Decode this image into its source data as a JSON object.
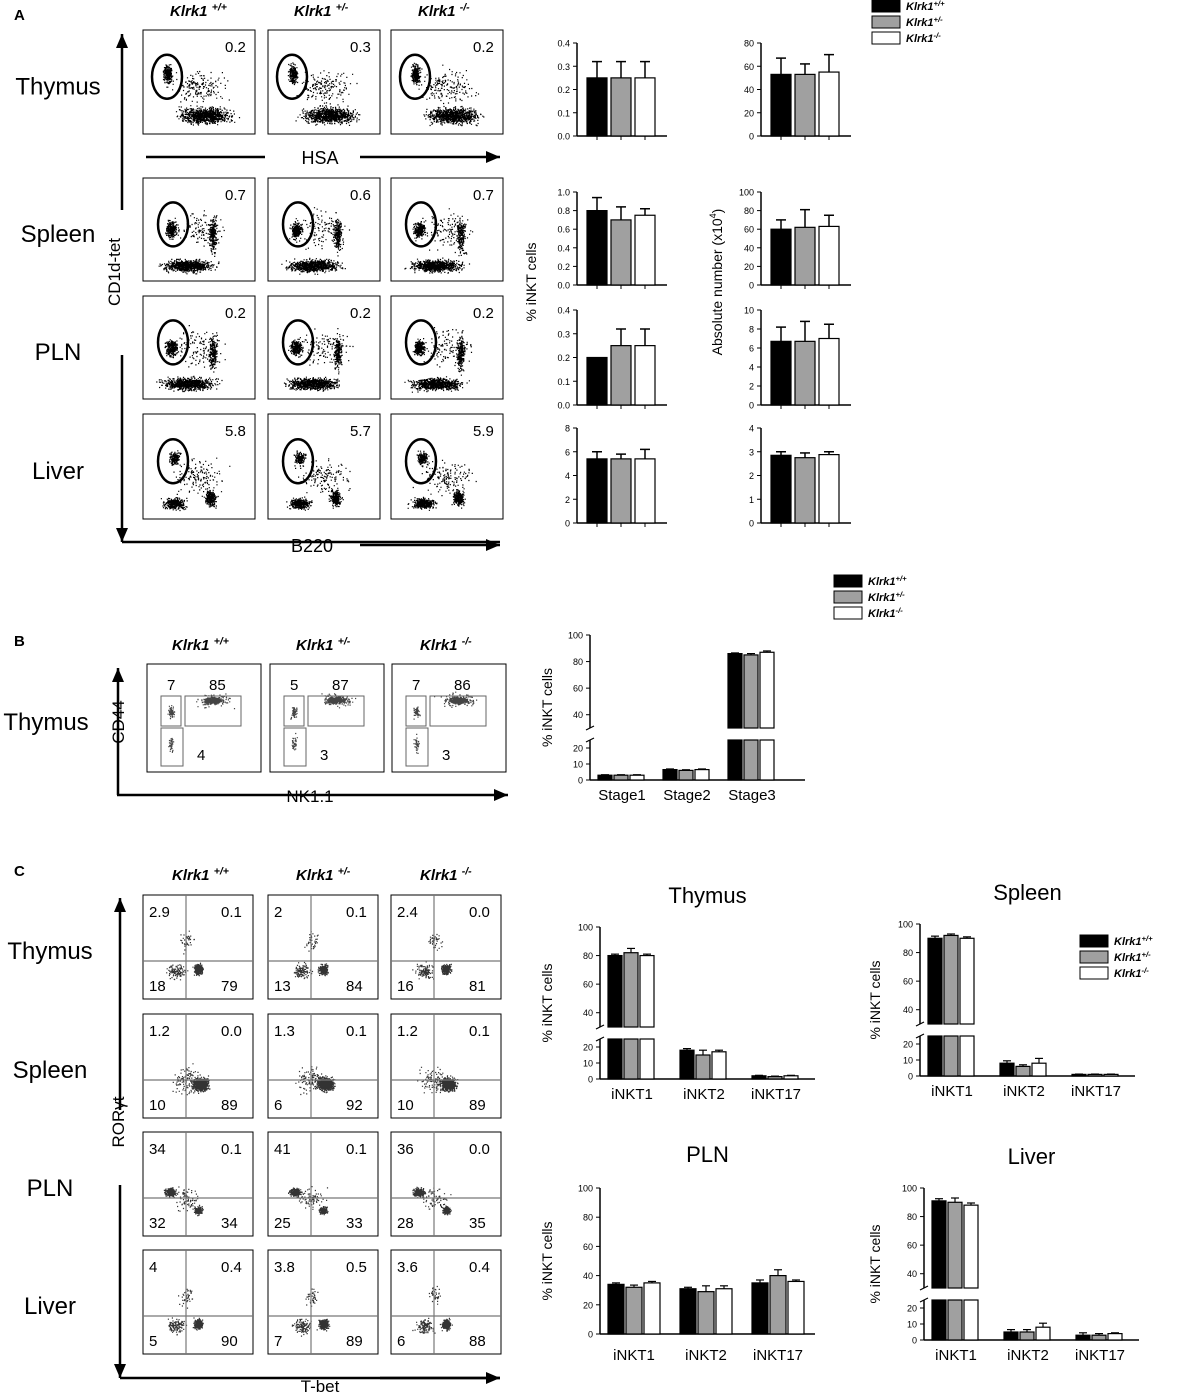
{
  "panels": [
    {
      "letter": "A"
    },
    {
      "letter": "B"
    },
    {
      "letter": "C"
    }
  ],
  "genotypes": [
    {
      "gene": "Klrk1",
      "sup": "+/+"
    },
    {
      "gene": "Klrk1",
      "sup": "+/-"
    },
    {
      "gene": "Klrk1",
      "sup": "-/-"
    }
  ],
  "legend_entries": [
    {
      "gene": "Klrk1",
      "sup": "+/+",
      "color": "#000000"
    },
    {
      "gene": "Klrk1",
      "sup": "+/-",
      "color": "#a0a0a0"
    },
    {
      "gene": "Klrk1",
      "sup": "-/-",
      "color": "#ffffff"
    }
  ],
  "flow": {
    "A": {
      "y_axis_label": "CD1d-tet",
      "x_axis_thymus": "HSA",
      "x_axis_bottom": "B220",
      "rows": [
        {
          "tissue": "Thymus",
          "values": [
            "0.2",
            "0.3",
            "0.2"
          ]
        },
        {
          "tissue": "Spleen",
          "values": [
            "0.7",
            "0.6",
            "0.7"
          ]
        },
        {
          "tissue": "PLN",
          "values": [
            "0.2",
            "0.2",
            "0.2"
          ]
        },
        {
          "tissue": "Liver",
          "values": [
            "5.8",
            "5.7",
            "5.9"
          ]
        }
      ]
    },
    "B": {
      "tissue": "Thymus",
      "y_axis_label": "CD44",
      "x_axis_label": "NK1.1",
      "plots": [
        {
          "stage2": "7",
          "stage3": "85",
          "stage1": "4"
        },
        {
          "stage2": "5",
          "stage3": "87",
          "stage1": "3"
        },
        {
          "stage2": "7",
          "stage3": "86",
          "stage1": "3"
        }
      ]
    },
    "C": {
      "y_axis_label": "RORγt",
      "x_axis_label": "T-bet",
      "rows": [
        {
          "tissue": "Thymus",
          "plots": [
            [
              "2.9",
              "0.1",
              "18",
              "79"
            ],
            [
              "2",
              "0.1",
              "13",
              "84"
            ],
            [
              "2.4",
              "0.0",
              "16",
              "81"
            ]
          ]
        },
        {
          "tissue": "Spleen",
          "plots": [
            [
              "1.2",
              "0.0",
              "10",
              "89"
            ],
            [
              "1.3",
              "0.1",
              "6",
              "92"
            ],
            [
              "1.2",
              "0.1",
              "10",
              "89"
            ]
          ]
        },
        {
          "tissue": "PLN",
          "plots": [
            [
              "34",
              "0.1",
              "32",
              "34"
            ],
            [
              "41",
              "0.1",
              "25",
              "33"
            ],
            [
              "36",
              "0.0",
              "28",
              "35"
            ]
          ]
        },
        {
          "tissue": "Liver",
          "plots": [
            [
              "4",
              "0.4",
              "5",
              "90"
            ],
            [
              "3.8",
              "0.5",
              "7",
              "89"
            ],
            [
              "3.6",
              "0.4",
              "6",
              "88"
            ]
          ]
        }
      ]
    }
  },
  "chart_data": [
    {
      "id": "A-thymus-pct",
      "type": "bar",
      "ylim": [
        0,
        0.4
      ],
      "yticks": [
        "0.0",
        "0.1",
        "0.2",
        "0.3",
        "0.4"
      ],
      "values": [
        0.25,
        0.25,
        0.25
      ],
      "errors": [
        0.07,
        0.07,
        0.07
      ]
    },
    {
      "id": "A-thymus-abs",
      "type": "bar",
      "ylim": [
        0,
        80
      ],
      "yticks": [
        "0",
        "20",
        "40",
        "60",
        "80"
      ],
      "values": [
        53,
        53,
        55
      ],
      "errors": [
        14,
        9,
        15
      ]
    },
    {
      "id": "A-spleen-pct",
      "type": "bar",
      "ylim": [
        0,
        1.0
      ],
      "yticks": [
        "0.0",
        "0.2",
        "0.4",
        "0.6",
        "0.8",
        "1.0"
      ],
      "ylabel": "% iNKT cells",
      "values": [
        0.8,
        0.7,
        0.75
      ],
      "errors": [
        0.14,
        0.14,
        0.07
      ]
    },
    {
      "id": "A-spleen-abs",
      "type": "bar",
      "ylim": [
        0,
        100
      ],
      "yticks": [
        "0",
        "20",
        "40",
        "60",
        "80",
        "100"
      ],
      "ylabel": "Absolute number (x10",
      "ylabel_sup": "4",
      "ylabel_end": ")",
      "values": [
        60,
        62,
        63
      ],
      "errors": [
        10,
        19,
        12
      ]
    },
    {
      "id": "A-pln-pct",
      "type": "bar",
      "ylim": [
        0,
        0.4
      ],
      "yticks": [
        "0.0",
        "0.1",
        "0.2",
        "0.3",
        "0.4"
      ],
      "values": [
        0.2,
        0.25,
        0.25
      ],
      "errors": [
        0,
        0.07,
        0.07
      ]
    },
    {
      "id": "A-pln-abs",
      "type": "bar",
      "ylim": [
        0,
        10
      ],
      "yticks": [
        "0",
        "2",
        "4",
        "6",
        "8",
        "10"
      ],
      "values": [
        6.7,
        6.7,
        7.0
      ],
      "errors": [
        1.5,
        2.1,
        1.5
      ]
    },
    {
      "id": "A-liver-pct",
      "type": "bar",
      "ylim": [
        0,
        8
      ],
      "yticks": [
        "0",
        "2",
        "4",
        "6",
        "8"
      ],
      "values": [
        5.4,
        5.4,
        5.4
      ],
      "errors": [
        0.6,
        0.4,
        0.8
      ]
    },
    {
      "id": "A-liver-abs",
      "type": "bar",
      "ylim": [
        0,
        4
      ],
      "yticks": [
        "0",
        "1",
        "2",
        "3",
        "4"
      ],
      "values": [
        2.85,
        2.75,
        2.88
      ],
      "errors": [
        0.15,
        0.2,
        0.12
      ]
    },
    {
      "id": "B-stages",
      "type": "bar",
      "ylabel": "% iNKT cells",
      "categories": [
        "Stage1",
        "Stage2",
        "Stage3"
      ],
      "series": [
        {
          "values": [
            3,
            6.5,
            86
          ]
        },
        {
          "values": [
            3,
            6,
            85
          ]
        },
        {
          "values": [
            3,
            6.5,
            87
          ]
        }
      ],
      "errors": [
        [
          0.3,
          0.4,
          0.5
        ],
        [
          0.3,
          0.4,
          1
        ],
        [
          0.3,
          0.4,
          1
        ]
      ],
      "break": {
        "low_max": 25,
        "high_min": 30,
        "high_max": 100
      },
      "low_ticks": [
        "0",
        "10",
        "20"
      ],
      "high_ticks": [
        "40",
        "60",
        "80",
        "100"
      ]
    },
    {
      "id": "C-thymus",
      "type": "bar",
      "title": "Thymus",
      "ylabel": "% iNKT cells",
      "categories": [
        "iNKT1",
        "iNKT2",
        "iNKT17"
      ],
      "series": [
        {
          "values": [
            80,
            18,
            2
          ]
        },
        {
          "values": [
            82,
            15,
            1.5
          ]
        },
        {
          "values": [
            80,
            17,
            2
          ]
        }
      ],
      "errors": [
        [
          1,
          1,
          0.3
        ],
        [
          3,
          3,
          0.3
        ],
        [
          1,
          1,
          0.3
        ]
      ],
      "break": {
        "low_max": 25,
        "high_min": 30,
        "high_max": 100
      },
      "low_ticks": [
        "0",
        "10",
        "20"
      ],
      "high_ticks": [
        "40",
        "60",
        "80",
        "100"
      ]
    },
    {
      "id": "C-spleen",
      "type": "bar",
      "title": "Spleen",
      "ylabel": "% iNKT cells",
      "categories": [
        "iNKT1",
        "iNKT2",
        "iNKT17"
      ],
      "series": [
        {
          "values": [
            90,
            8,
            1
          ]
        },
        {
          "values": [
            92,
            6,
            1
          ]
        },
        {
          "values": [
            90,
            8,
            1
          ]
        }
      ],
      "errors": [
        [
          1.5,
          1.5,
          0.2
        ],
        [
          1,
          1,
          0.2
        ],
        [
          1,
          3,
          0.2
        ]
      ],
      "break": {
        "low_max": 25,
        "high_min": 30,
        "high_max": 100
      },
      "low_ticks": [
        "0",
        "10",
        "20"
      ],
      "high_ticks": [
        "40",
        "60",
        "80",
        "100"
      ]
    },
    {
      "id": "C-pln",
      "type": "bar",
      "title": "PLN",
      "ylabel": "% iNKT cells",
      "categories": [
        "iNKT1",
        "iNKT2",
        "iNKT17"
      ],
      "series": [
        {
          "values": [
            34,
            31,
            35
          ]
        },
        {
          "values": [
            32,
            29,
            40
          ]
        },
        {
          "values": [
            35,
            31,
            36
          ]
        }
      ],
      "errors": [
        [
          1,
          1,
          2
        ],
        [
          1.5,
          4,
          4
        ],
        [
          1,
          2,
          1
        ]
      ],
      "ylim": [
        0,
        100
      ],
      "yticks": [
        "0",
        "20",
        "40",
        "60",
        "80",
        "100"
      ]
    },
    {
      "id": "C-liver",
      "type": "bar",
      "title": "Liver",
      "ylabel": "% iNKT cells",
      "categories": [
        "iNKT1",
        "iNKT2",
        "iNKT17"
      ],
      "series": [
        {
          "values": [
            91,
            5,
            3
          ]
        },
        {
          "values": [
            90,
            5,
            3
          ]
        },
        {
          "values": [
            88,
            8,
            4
          ]
        }
      ],
      "errors": [
        [
          1.5,
          1.5,
          1.5
        ],
        [
          3,
          1.5,
          1
        ],
        [
          1.5,
          2.5,
          0.5
        ]
      ],
      "break": {
        "low_max": 25,
        "high_min": 30,
        "high_max": 100
      },
      "low_ticks": [
        "0",
        "10",
        "20"
      ],
      "high_ticks": [
        "40",
        "60",
        "80",
        "100"
      ]
    }
  ]
}
